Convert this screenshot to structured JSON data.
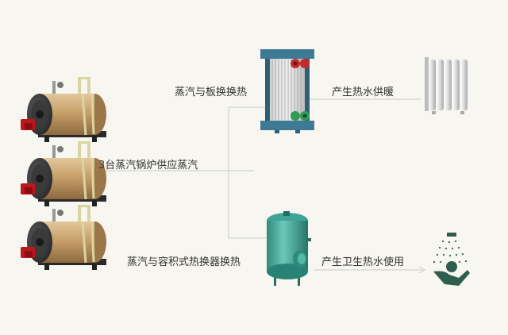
{
  "labels": {
    "boiler_supply": "3台蒸汽锅炉供应蒸汽",
    "plate_exchange": "蒸汽与板换换热",
    "heating": "产生热水供暖",
    "volumetric_exchange": "蒸汽与容积式热换器换热",
    "hot_water_use": "产生卫生热水使用"
  },
  "icons": {
    "boiler": "boiler-icon",
    "plate_heat_exchanger": "plate-heat-exchanger-icon",
    "radiator": "radiator-icon",
    "storage_tank": "volumetric-heat-exchanger-icon",
    "shower": "shower-icon"
  },
  "colors": {
    "boiler_body": "#c8a06a",
    "burner": "#c0161b",
    "exchanger_body": "#3f7a95",
    "port_red": "#c42a2a",
    "port_green": "#2f9b57",
    "tank": "#3ea597",
    "line": "#c9c9c9",
    "shower": "#2f5e4e"
  }
}
